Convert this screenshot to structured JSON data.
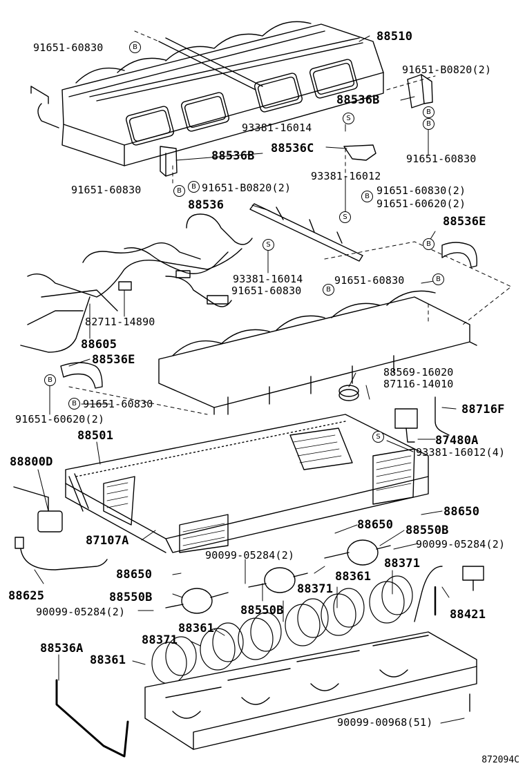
{
  "figure_code": "872094C",
  "marks": {
    "bolt": "B",
    "screw": "S"
  },
  "labels": {
    "p88510": "88510",
    "p91651_60830_a": "91651-60830",
    "p91651_B0820_2_a": "91651-B0820(2)",
    "p88536B_a": "88536B",
    "p93381_16014_a": "93381-16014",
    "p88536C": "88536C",
    "p91651_60830_b": "91651-60830",
    "p88536B_b": "88536B",
    "p93381_16012": "93381-16012",
    "p91651_60830_c": "91651-60830",
    "p91651_B0820_2_b": "91651-B0820(2)",
    "p91651_60830_2": "91651-60830(2)",
    "p91651_60620_2_a": "91651-60620(2)",
    "p88536": "88536",
    "p88536E_a": "88536E",
    "p93381_16014_b": "93381-16014",
    "p91651_60830_d": "91651-60830",
    "p91651_60830_e": "91651-60830",
    "p82711_14890": "82711-14890",
    "p88605": "88605",
    "p88536E_b": "88536E",
    "p88569_16020": "88569-16020",
    "p87116_14010": "87116-14010",
    "p91651_60830_f": "91651-60830",
    "p88716F": "88716F",
    "p91651_60620_2_b": "91651-60620(2)",
    "p88501": "88501",
    "p87480A": "87480A",
    "p93381_16012_4": "93381-16012(4)",
    "p88800D": "88800D",
    "p88650_a": "88650",
    "p88650_b": "88650",
    "p88550B_a": "88550B",
    "p87107A": "87107A",
    "p90099_05284_2_a": "90099-05284(2)",
    "p90099_05284_2_b": "90099-05284(2)",
    "p88371_a": "88371",
    "p88650_c": "88650",
    "p88361_a": "88361",
    "p88625": "88625",
    "p88550B_b": "88550B",
    "p88371_b": "88371",
    "p90099_05284_2_c": "90099-05284(2)",
    "p88550B_c": "88550B",
    "p88421": "88421",
    "p88361_b": "88361",
    "p88371_c": "88371",
    "p88536A": "88536A",
    "p88361_c": "88361",
    "p90099_00968_51": "90099-00968(51)"
  }
}
